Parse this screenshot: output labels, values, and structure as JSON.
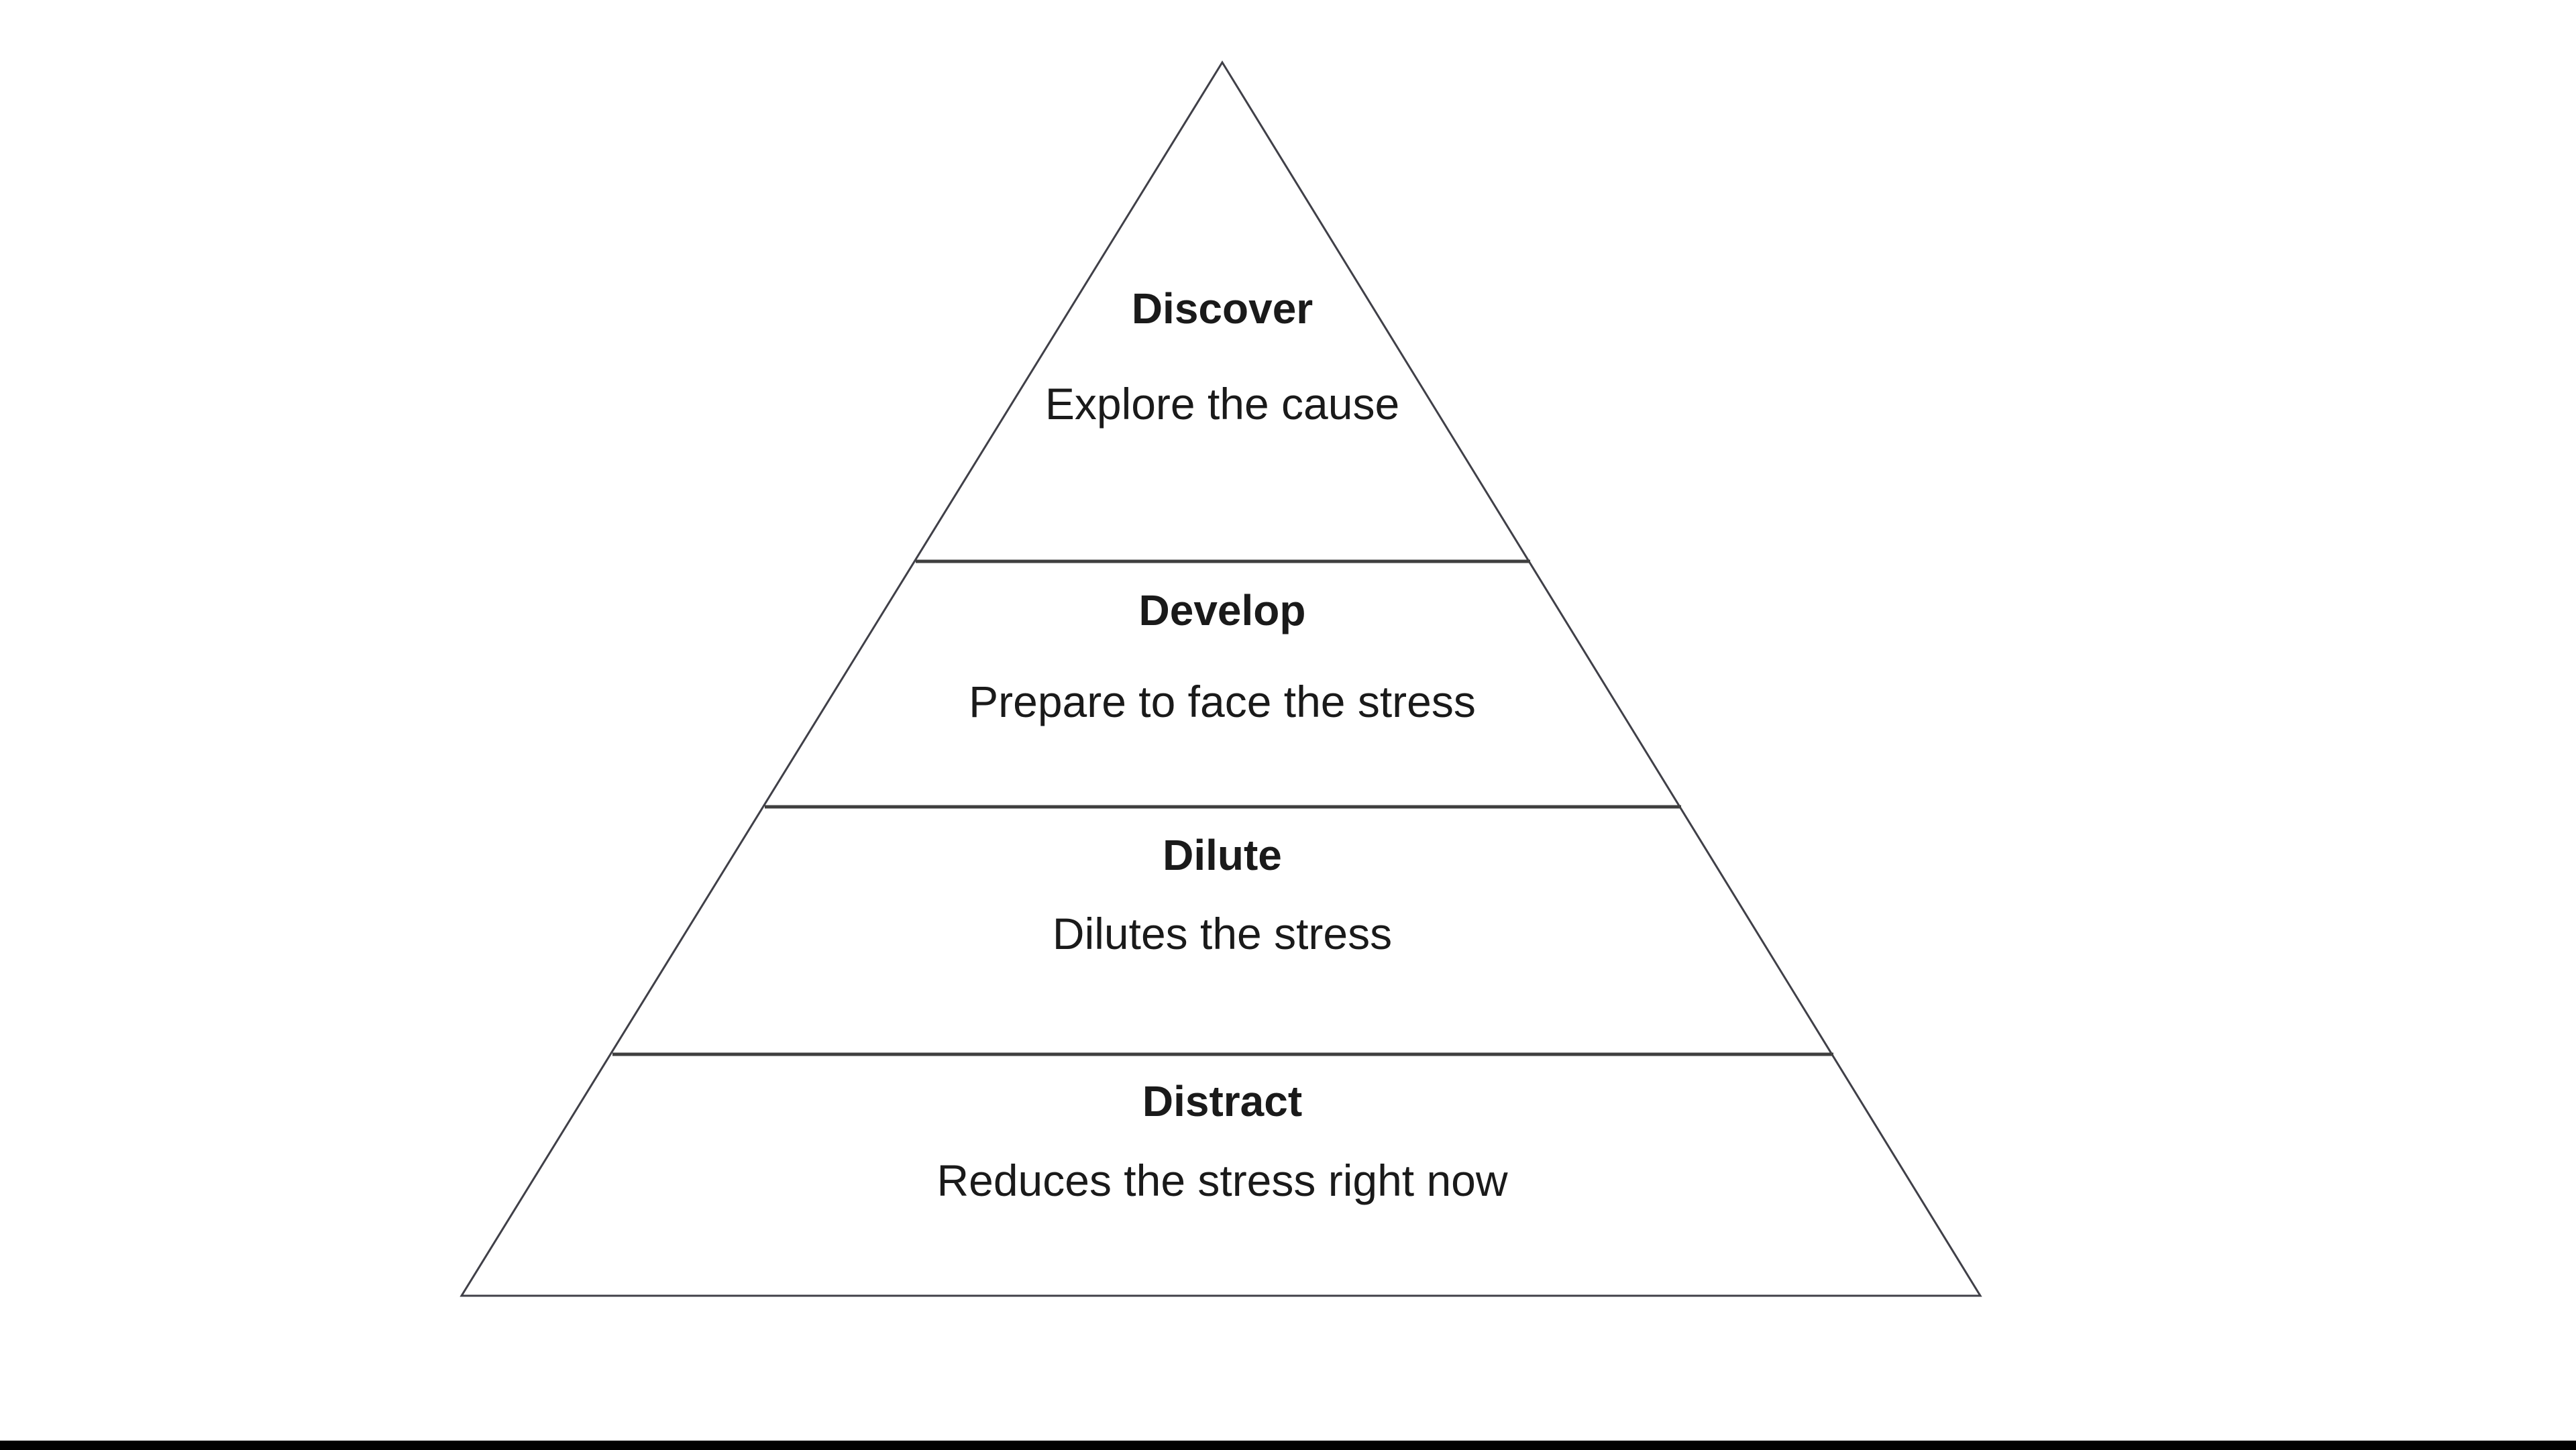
{
  "pyramid": {
    "tiers": [
      {
        "id": "discover",
        "title": "Discover",
        "subtitle": "Explore the cause"
      },
      {
        "id": "develop",
        "title": "Develop",
        "subtitle": "Prepare to face the stress"
      },
      {
        "id": "dilute",
        "title": "Dilute",
        "subtitle": "Dilutes the stress"
      },
      {
        "id": "distract",
        "title": "Distract",
        "subtitle": "Reduces the stress right now"
      }
    ]
  },
  "colors": {
    "background": "#ffffff",
    "outline": "#404048",
    "divider": "#3f3f3f",
    "text": "#1a1a1a",
    "bottom_bar": "#000000"
  }
}
